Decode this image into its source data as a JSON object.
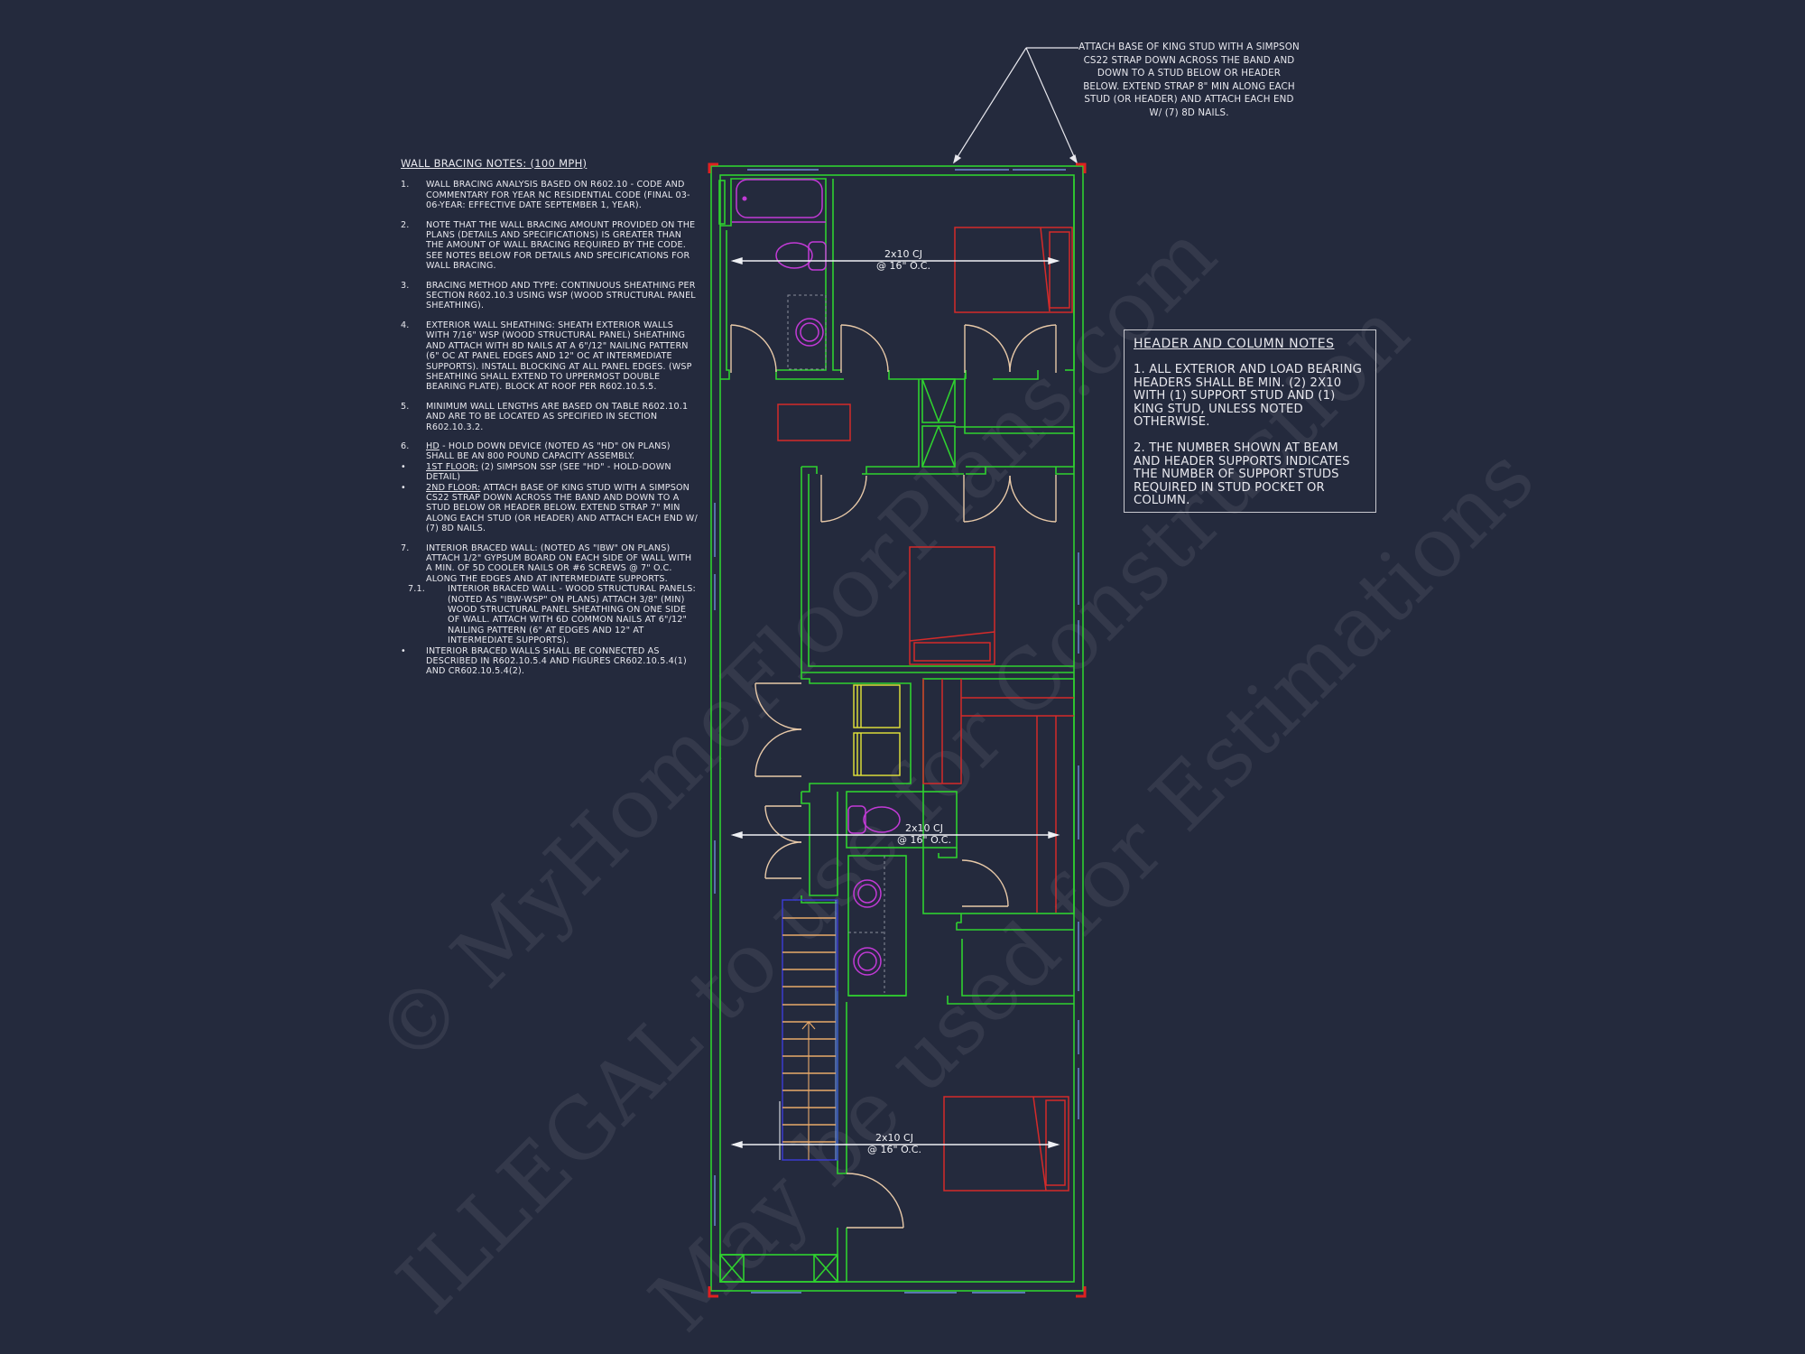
{
  "wall_bracing_notes": {
    "title": "WALL BRACING NOTES: (100 MPH)",
    "items": [
      {
        "num": "1.",
        "text": "WALL BRACING ANALYSIS BASED ON R602.10 - CODE AND COMMENTARY FOR YEAR NC RESIDENTIAL CODE (FINAL 03-06-YEAR: EFFECTIVE DATE SEPTEMBER 1, YEAR)."
      },
      {
        "num": "2.",
        "text": "NOTE THAT THE WALL BRACING AMOUNT PROVIDED ON THE PLANS (DETAILS AND SPECIFICATIONS) IS GREATER THAN THE AMOUNT OF WALL BRACING REQUIRED BY THE CODE. SEE NOTES BELOW FOR DETAILS AND SPECIFICATIONS FOR WALL BRACING."
      },
      {
        "num": "3.",
        "text": "BRACING METHOD AND TYPE: CONTINUOUS SHEATHING PER SECTION R602.10.3 USING WSP (WOOD STRUCTURAL PANEL SHEATHING)."
      },
      {
        "num": "4.",
        "text": "EXTERIOR WALL SHEATHING: SHEATH EXTERIOR WALLS WITH 7/16\" WSP (WOOD STRUCTURAL PANEL) SHEATHING AND ATTACH WITH 8d NAILS AT A 6\"/12\" NAILING PATTERN (6\" OC AT PANEL EDGES AND 12\" OC AT INTERMEDIATE SUPPORTS). INSTALL BLOCKING AT ALL PANEL EDGES. (WSP SHEATHING SHALL EXTEND TO UPPERMOST DOUBLE BEARING PLATE). BLOCK AT ROOF PER R602.10.5.5."
      },
      {
        "num": "5.",
        "text": "MINIMUM WALL LENGTHS ARE BASED ON TABLE R602.10.1 AND ARE TO BE LOCATED AS SPECIFIED IN SECTION R602.10.3.2."
      },
      {
        "num": "6.",
        "label": "HD",
        "text": " - HOLD DOWN DEVICE (NOTED AS \"HD\" ON PLANS) SHALL BE AN 800 POUND CAPACITY ASSEMBLY."
      },
      {
        "num": "•",
        "label": "1ST FLOOR:",
        "text": " (2) SIMPSON SSP (SEE \"HD\" - HOLD-DOWN DETAIL)"
      },
      {
        "num": "•",
        "label": "2ND FLOOR:",
        "text": " ATTACH BASE OF KING STUD WITH A SIMPSON CS22 STRAP DOWN ACROSS THE BAND AND DOWN TO A STUD BELOW OR HEADER BELOW. EXTEND STRAP 7\" MIN ALONG EACH STUD (OR HEADER) AND ATTACH EACH END W/ (7) 8d NAILS."
      },
      {
        "num": "7.",
        "text": "INTERIOR BRACED WALL: (NOTED AS \"IBW\" ON PLANS) ATTACH 1/2\" GYPSUM BOARD ON EACH SIDE OF WALL WITH A MIN. OF 5d COOLER NAILS OR #6 SCREWS @ 7\" O.C. ALONG THE EDGES AND AT INTERMEDIATE SUPPORTS."
      },
      {
        "num": "7.1.",
        "text": "INTERIOR BRACED WALL - WOOD STRUCTURAL PANELS: (NOTED AS \"IBW-WSP\" ON PLANS) ATTACH 3/8\" (MIN) WOOD STRUCTURAL PANEL SHEATHING ON ONE SIDE OF WALL. ATTACH WITH 6d COMMON NAILS AT 6\"/12\" NAILING PATTERN (6\" AT EDGES AND 12\" AT INTERMEDIATE SUPPORTS)."
      },
      {
        "num": "•",
        "text": "INTERIOR BRACED WALLS SHALL BE CONNECTED AS DESCRIBED IN R602.10.5.4 AND FIGURES CR602.10.5.4(1) AND CR602.10.5.4(2)."
      }
    ]
  },
  "king_stud_callout": "ATTACH BASE OF KING STUD WITH A SIMPSON CS22 STRAP DOWN ACROSS THE BAND AND DOWN TO A STUD BELOW OR HEADER BELOW.  EXTEND STRAP 8\" MIN ALONG EACH STUD (OR HEADER) AND ATTACH EACH END W/ (7) 8d NAILS.",
  "header_column_notes": {
    "title": "HEADER AND COLUMN NOTES",
    "items": [
      "1. ALL EXTERIOR AND LOAD BEARING HEADERS SHALL BE MIN. (2) 2x10 WITH (1) SUPPORT STUD AND (1) KING STUD, UNLESS NOTED OTHERWISE.",
      "2. THE NUMBER SHOWN AT BEAM AND HEADER SUPPORTS INDICATES THE NUMBER OF SUPPORT STUDS REQUIRED IN STUD POCKET OR COLUMN."
    ]
  },
  "ceiling_joists": [
    {
      "size": "2x10 CJ",
      "spacing": "@ 16\" O.C."
    },
    {
      "size": "2x10 CJ",
      "spacing": "@ 16\" O.C."
    },
    {
      "size": "2x10 CJ",
      "spacing": "@ 16\" O.C."
    }
  ],
  "watermark": {
    "line1": "© MyHomeFloorPlans.com",
    "line2": "ILLEGAL to use for Construction",
    "line3": "May be used for Estimations"
  },
  "colors": {
    "background": "#242a3d",
    "walls": "#2fd12f",
    "furniture": "#d42a2a",
    "plumbing": "#c23ad6",
    "doors": "#e8c9a8",
    "windows": "#6c8fd8",
    "appliances": "#e6e63a",
    "stairs": "#e8a96a",
    "text": "#e8e8ee"
  }
}
